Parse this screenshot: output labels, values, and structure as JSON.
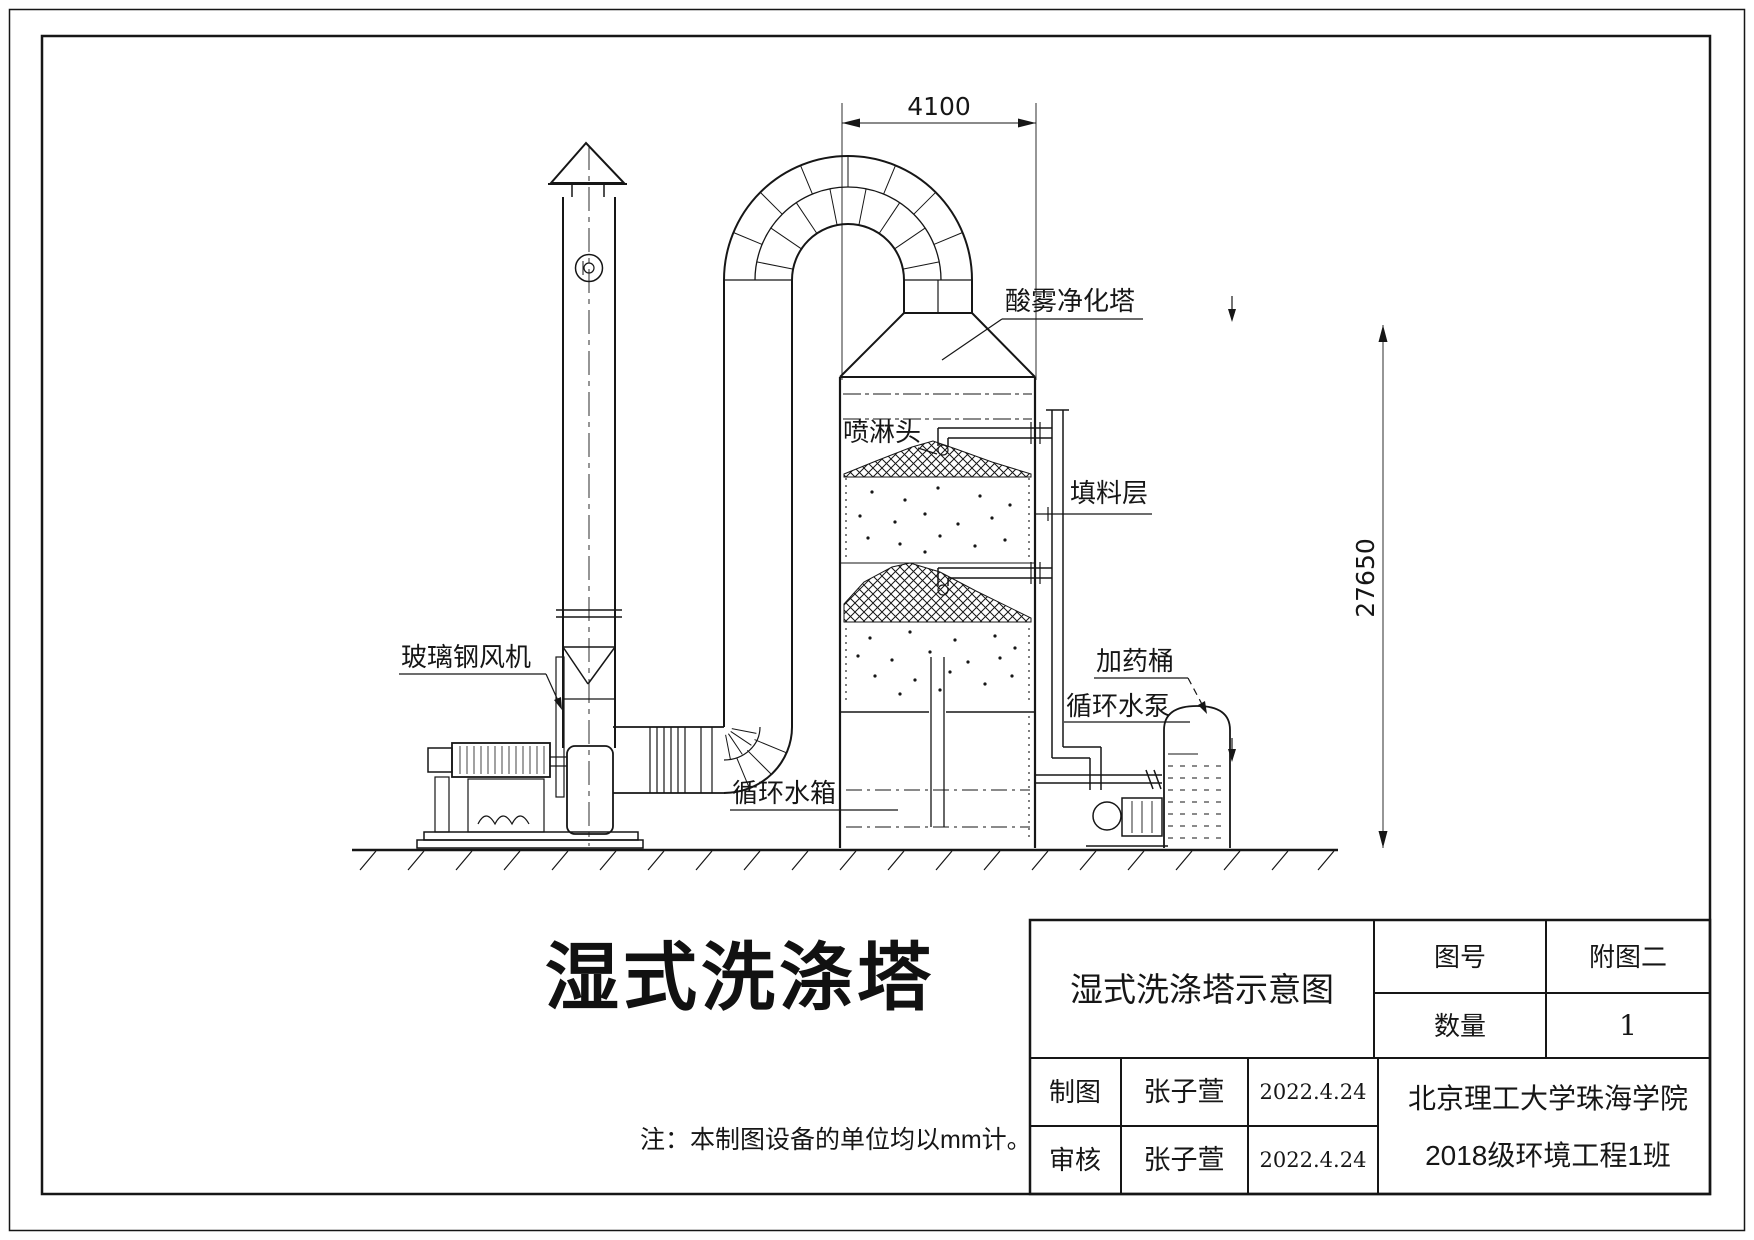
{
  "diagram": {
    "labels": {
      "acid_mist_tower": "酸雾净化塔",
      "spray_head": "喷淋头",
      "packing_layer": "填料层",
      "frp_fan": "玻璃钢风机",
      "circulating_tank": "循环水箱",
      "circulating_pump": "循环水泵",
      "dosing_barrel": "加药桶"
    },
    "dimensions": {
      "top_width": "4100",
      "total_height": "27650"
    }
  },
  "caption": {
    "title": "湿式洗涤塔",
    "note": "注：本制图设备的单位均以mm计。"
  },
  "title_block": {
    "drawing_title": "湿式洗涤塔示意图",
    "drawing_no_label": "图号",
    "drawing_no_value": "附图二",
    "quantity_label": "数量",
    "quantity_value": "1",
    "drafted_label": "制图",
    "drafted_by": "张子萱",
    "drafted_date": "2022.4.24",
    "reviewed_label": "审核",
    "reviewed_by": "张子萱",
    "reviewed_date": "2022.4.24",
    "institution_line1": "北京理工大学珠海学院",
    "institution_line2": "2018级环境工程1班"
  }
}
